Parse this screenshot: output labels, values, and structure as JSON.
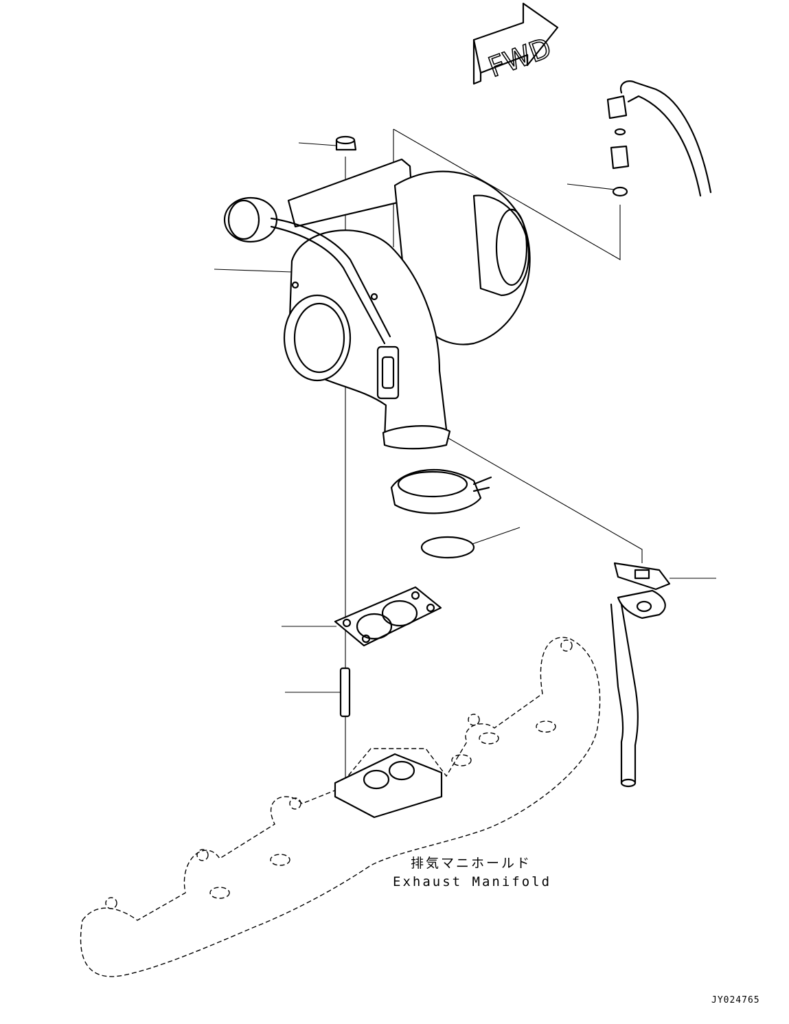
{
  "direction_arrow": {
    "label": "FWD"
  },
  "callouts": {
    "manifold_label_jp": "排気マニホールド",
    "manifold_label_en": "Exhaust Manifold"
  },
  "drawing_code": "JY024765"
}
